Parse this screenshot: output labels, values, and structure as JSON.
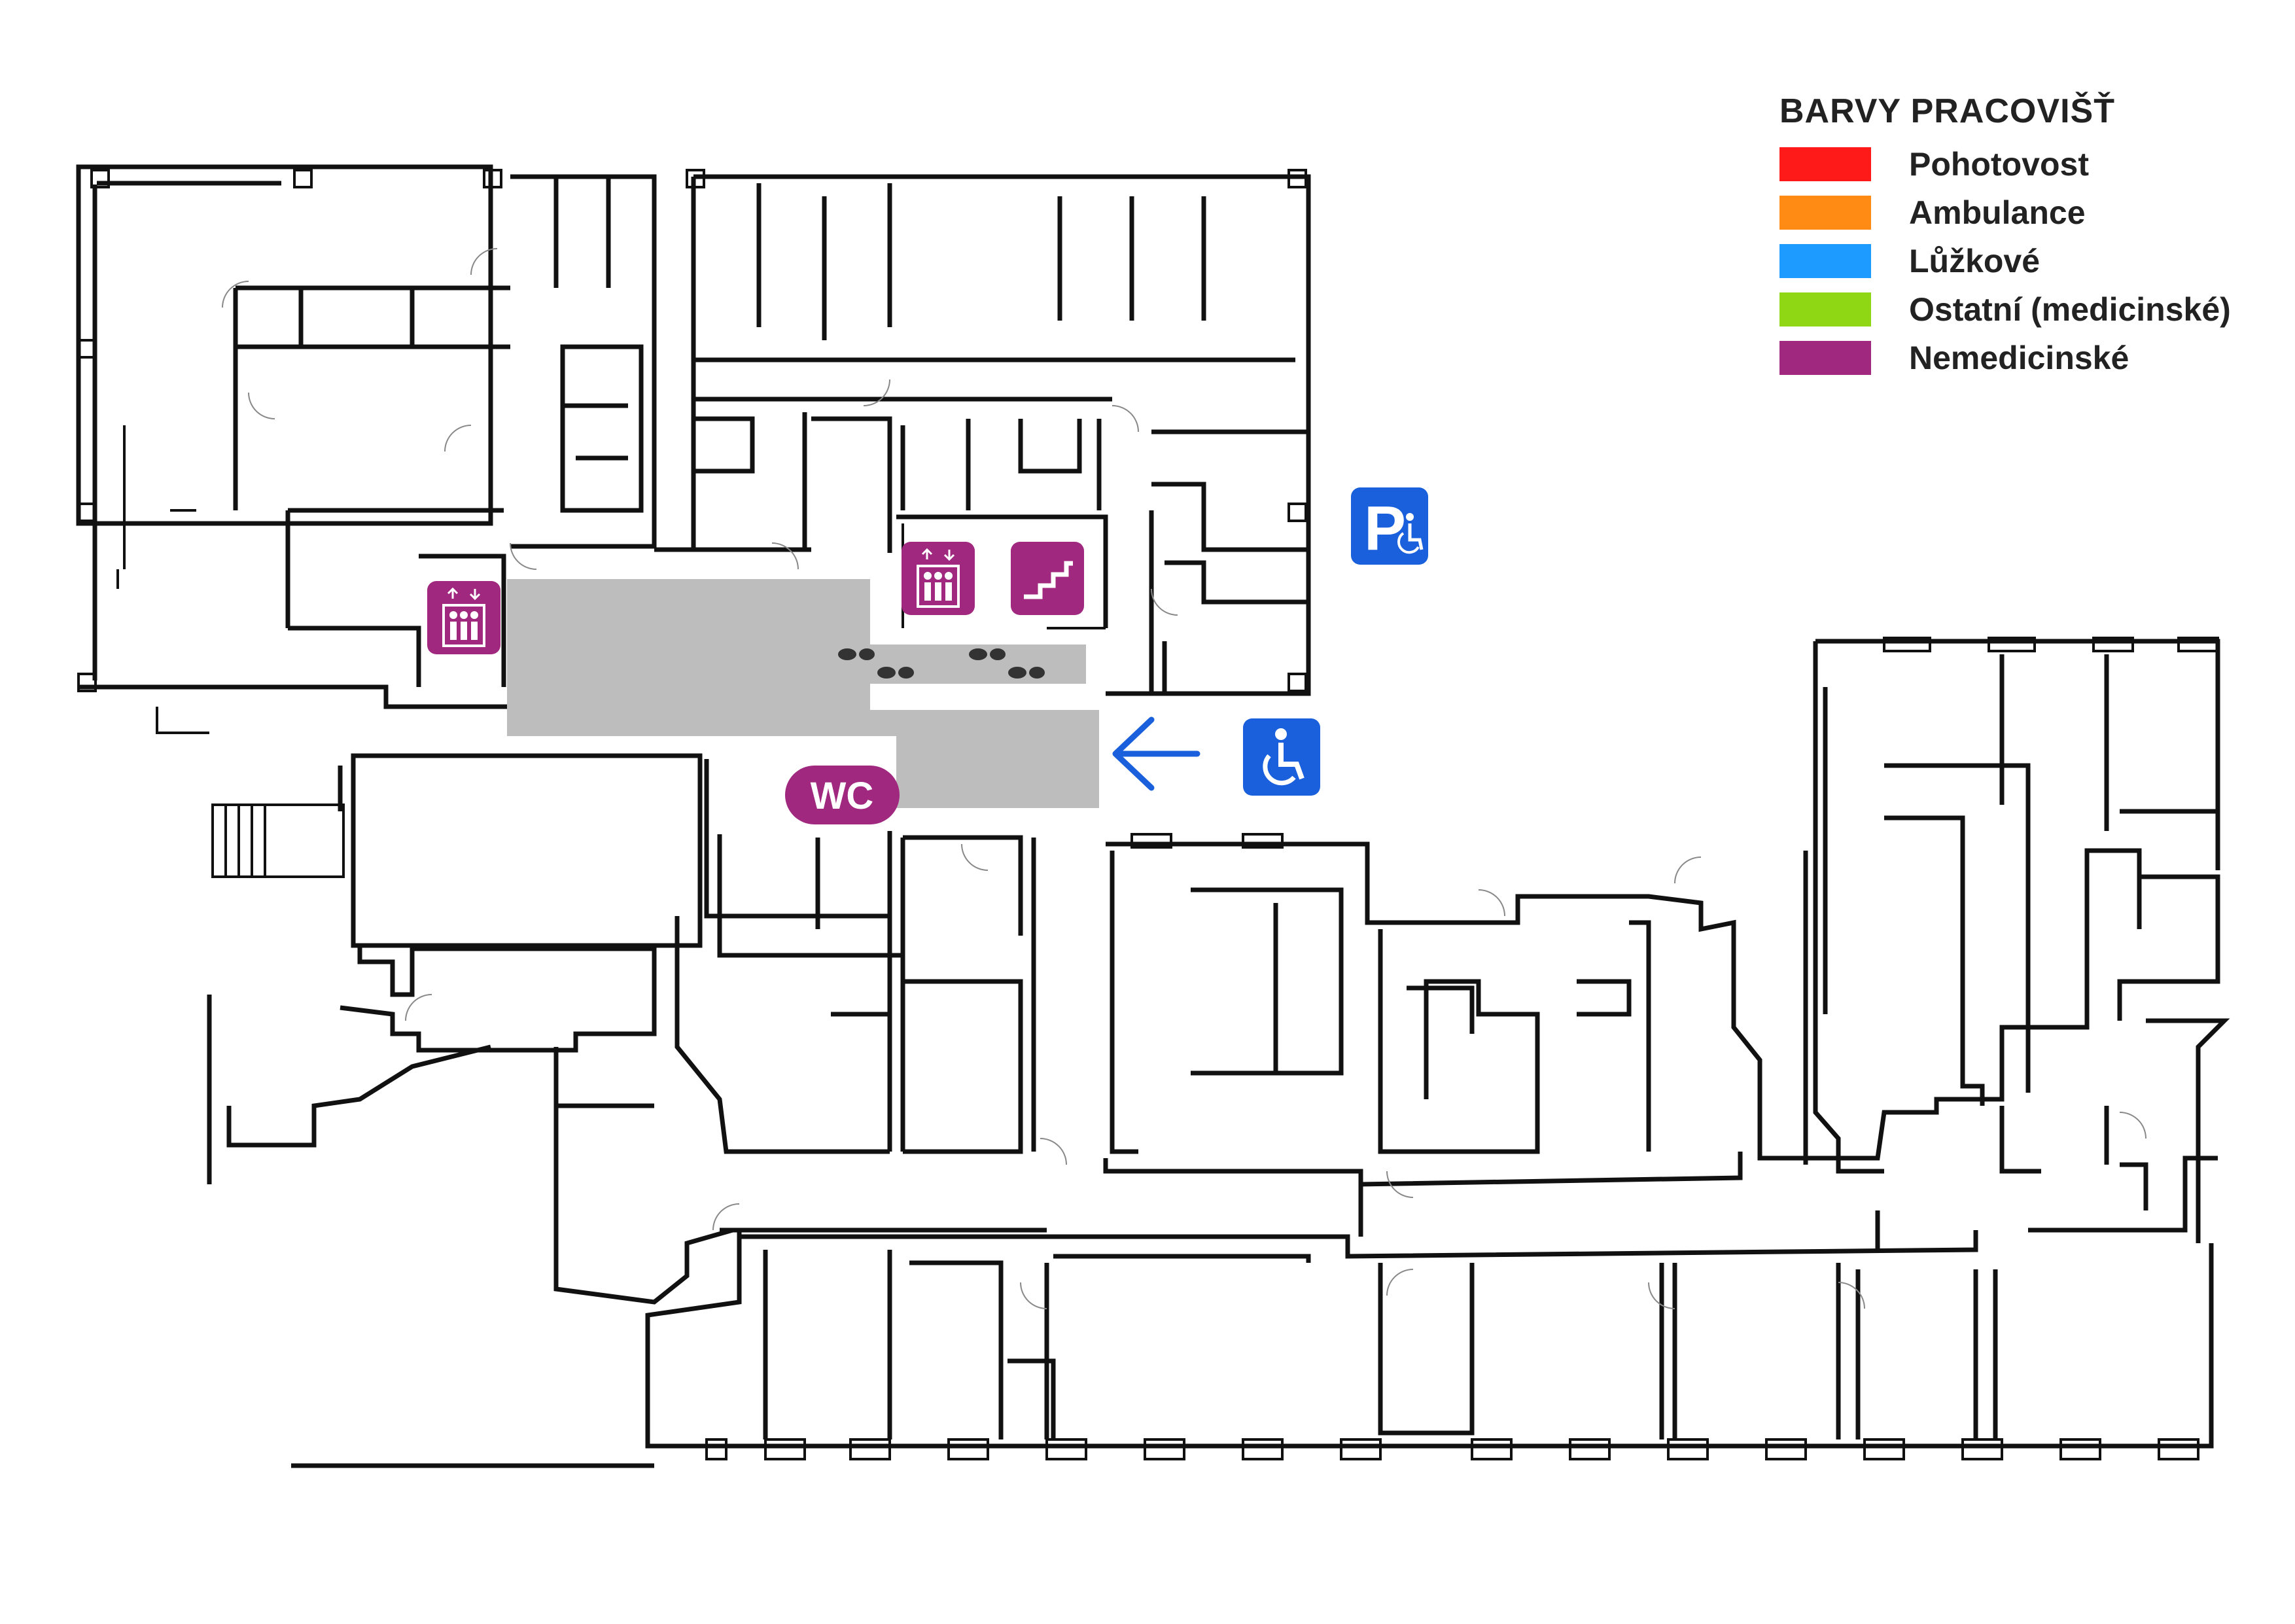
{
  "legend": {
    "title": "BARVY PRACOVIŠŤ",
    "items": [
      {
        "label": "Pohotovost",
        "color": "#ff1a1a"
      },
      {
        "label": "Ambulance",
        "color": "#ff8a14"
      },
      {
        "label": "Lůžkové",
        "color": "#1e9bff"
      },
      {
        "label": "Ostatní (medicinské)",
        "color": "#8fd615"
      },
      {
        "label": "Nemedicinské",
        "color": "#a0287f"
      }
    ]
  },
  "signs": {
    "wc_label": "WC",
    "parking_letter": "P"
  },
  "icons": [
    "elevator-icon",
    "stairs-icon",
    "wc-icon",
    "parking-icon",
    "wheelchair-icon",
    "entrance-arrow-icon",
    "footsteps-icon"
  ],
  "colors": {
    "corridor": "#bdbdbd",
    "nonmedical_sign": "#a0287f",
    "accessibility_sign": "#1a5fdc",
    "wall": "#111111"
  }
}
